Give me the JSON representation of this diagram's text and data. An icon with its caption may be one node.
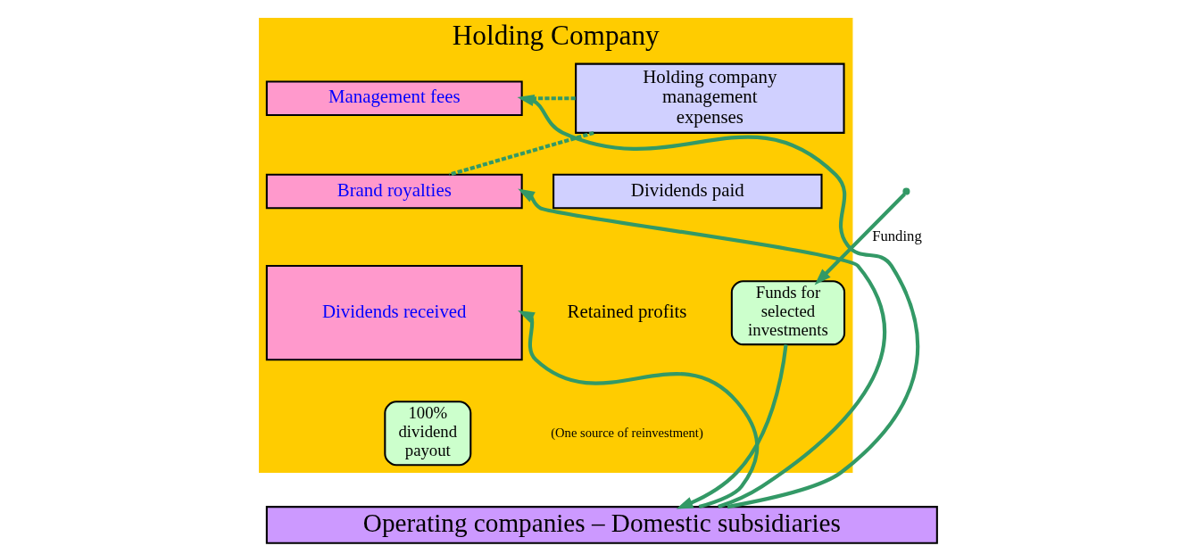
{
  "diagram": {
    "nodes": [
      {
        "text": [
          "Holding Company"
        ]
      },
      {
        "text": [
          "Holding company management expenses"
        ],
        "in": 0
      },
      {
        "text": [
          "Dividends paid"
        ],
        "in": 0
      },
      {
        "text": [
          "Management fees"
        ],
        "in": 0
      },
      {
        "text": [
          "Brand royalties"
        ],
        "in": 0
      },
      {
        "text": [
          "Dividends received"
        ],
        "in": 0
      },
      {
        "text": [
          "Funds for selected investments"
        ],
        "in": 0
      },
      {
        "text": [
          "100% dividend payout"
        ],
        "in": 0
      },
      {
        "text": [
          "Operating companies – Domestic subsidiaries"
        ]
      }
    ],
    "edges": [
      {
        "from": null,
        "to": 6,
        "arrow": "to",
        "label": "Funding"
      },
      {
        "from": 6,
        "to": 8,
        "arrow": "to"
      },
      {
        "from": 8,
        "to": 3,
        "arrow": "to"
      },
      {
        "from": 8,
        "to": 4,
        "arrow": "to"
      },
      {
        "from": 8,
        "to": 5,
        "arrow": "to"
      },
      {
        "from": 1,
        "to": 3,
        "arrow": "none",
        "style": "dashed"
      },
      {
        "from": 1,
        "to": 4,
        "arrow": "none",
        "style": "dashed"
      }
    ],
    "labels": [
      "Retained profits",
      "(One source of reinvestment)"
    ]
  }
}
